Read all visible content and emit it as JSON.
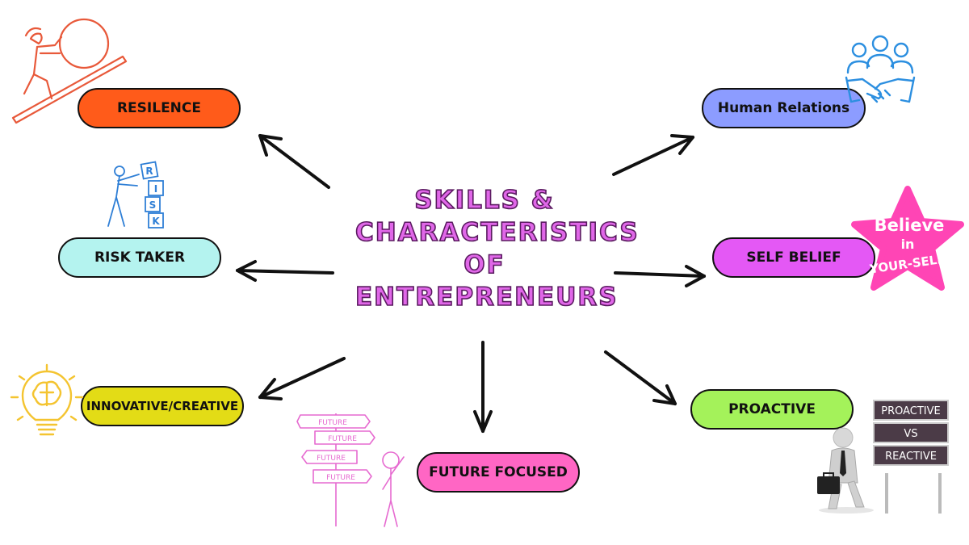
{
  "title": {
    "line1": "SKILLS &",
    "line2": "CHARACTERISTICS",
    "line3": "OF",
    "line4": "ENTREPRENEURS"
  },
  "nodes": {
    "resilience": {
      "label": "RESILENCE",
      "color": "#ff5b1a"
    },
    "human_relations": {
      "label": "Human Relations",
      "color": "#8c9cff"
    },
    "risk_taker": {
      "label": "RISK TAKER",
      "color": "#b4f3ef"
    },
    "self_belief": {
      "label": "SELF BELIEF",
      "color": "#e458f5"
    },
    "innovative": {
      "label": "INNOVATIVE/CREATIVE",
      "color": "#e3dc16"
    },
    "proactive": {
      "label": "PROACTIVE",
      "color": "#a4f25a"
    },
    "future_focused": {
      "label": "FUTURE FOCUSED",
      "color": "#ff66c4"
    }
  },
  "illustrations": {
    "risk_blocks": [
      "R",
      "I",
      "S",
      "K"
    ],
    "future_signs": [
      "FUTURE",
      "FUTURE",
      "FUTURE",
      "FUTURE"
    ],
    "believe_badge": {
      "line1": "Believe",
      "line2": "in",
      "line3": "YOUR-SELF"
    },
    "proactive_sign": {
      "line1": "PROACTIVE",
      "line2": "VS",
      "line3": "REACTIVE"
    }
  },
  "icons": [
    "sisyphus-icon",
    "handshake-icon",
    "risk-blocks-icon",
    "believe-star-icon",
    "lightbulb-brain-icon",
    "signpost-icon",
    "businessman-sign-icon"
  ]
}
